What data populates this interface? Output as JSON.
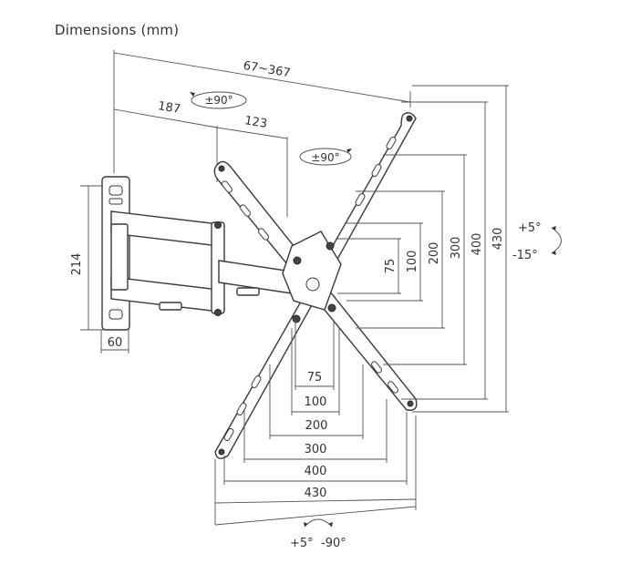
{
  "title": "Dimensions (mm)",
  "top": {
    "overall": "67~367",
    "arm1": "187",
    "arm2": "123",
    "swivel": "±90°",
    "rotate": "±90°"
  },
  "wall_plate": {
    "height": "214",
    "depth": "60"
  },
  "tilt": {
    "up": "+5°",
    "down": "-15°"
  },
  "vesa_vertical": [
    "75",
    "100",
    "200",
    "300",
    "400",
    "430"
  ],
  "vesa_horizontal": [
    "75",
    "100",
    "200",
    "300",
    "400",
    "430"
  ],
  "bottom_rotation": {
    "left": "+5°",
    "right": "-90°"
  }
}
